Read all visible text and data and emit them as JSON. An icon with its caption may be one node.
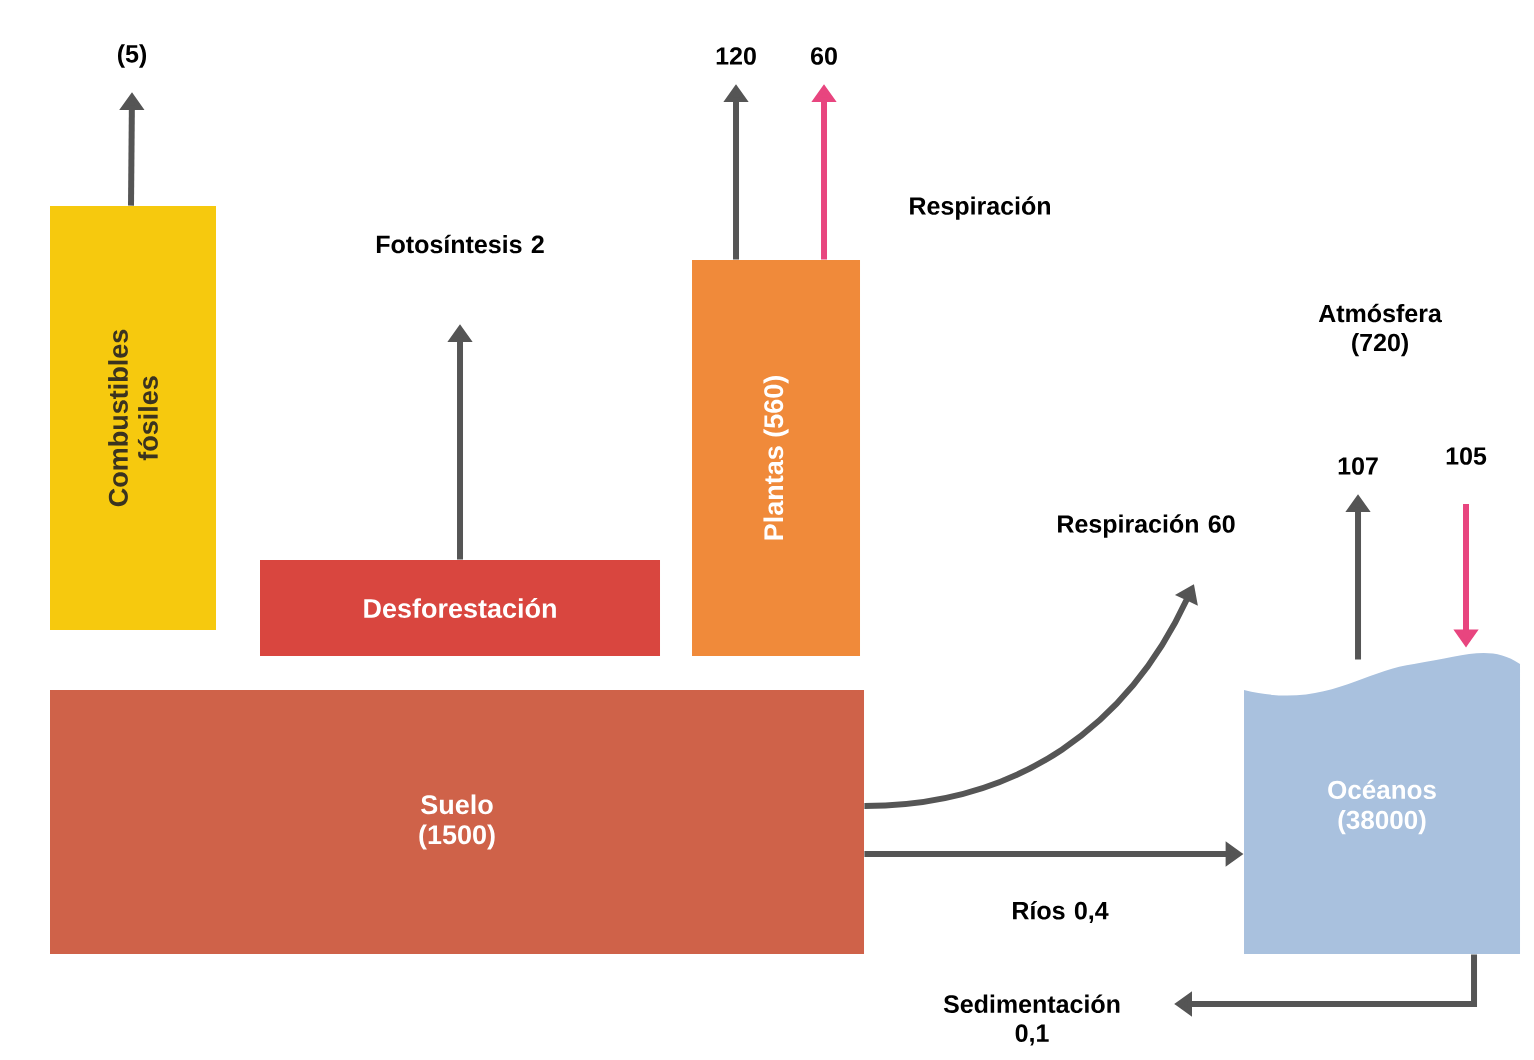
{
  "diagram": {
    "nodes": [
      {
        "text": [
          "Combustibles fósiles"
        ]
      },
      {
        "text": [
          "Desforestación"
        ]
      },
      {
        "text": [
          "Plantas (560)"
        ]
      },
      {
        "text": [
          "Suelo (1500)"
        ]
      },
      {
        "text": [
          "Océanos (38000)"
        ]
      }
    ],
    "edges": [
      {
        "from": 0,
        "to": null,
        "arrow": "to",
        "label": "(5)"
      },
      {
        "from": 1,
        "to": null,
        "arrow": "to",
        "label": "Fotosíntesis 2"
      },
      {
        "from": 2,
        "to": null,
        "arrow": "to",
        "label": "120"
      },
      {
        "from": 2,
        "to": null,
        "arrow": "to",
        "label": "60",
        "color": "#e8457f"
      },
      {
        "from": 3,
        "to": null,
        "arrow": "to",
        "label": "Respiración 60"
      },
      {
        "from": 3,
        "to": 4,
        "arrow": "to",
        "label": "Ríos 0,4"
      },
      {
        "from": 4,
        "to": null,
        "arrow": "to",
        "label": "107"
      },
      {
        "from": null,
        "to": 4,
        "arrow": "to",
        "label": "105",
        "color": "#e8457f"
      },
      {
        "from": 4,
        "to": null,
        "arrow": "to",
        "label": "Sedimentación 0,1"
      }
    ],
    "labels": [
      "Respiración",
      "Atmósfera (720)"
    ]
  }
}
